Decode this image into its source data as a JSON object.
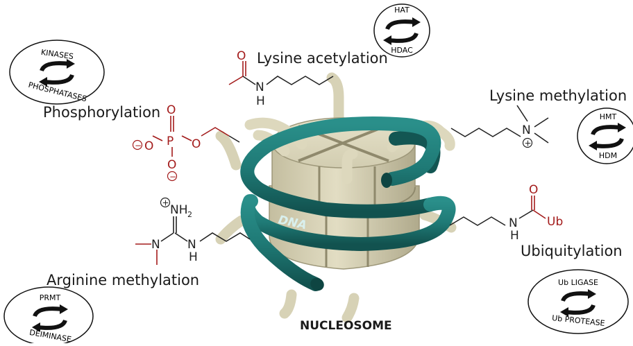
{
  "diagram": {
    "title": "NUCLEOSOME",
    "dna_label": "DNA",
    "modifications": {
      "acetylation": "Lysine acetylation",
      "lys_methylation": "Lysine methylation",
      "phosphorylation": "Phosphorylation",
      "arg_methylation": "Arginine methylation",
      "ubiquitylation": "Ubiquitylation"
    },
    "enzymes": {
      "acetylation": {
        "top": "HAT",
        "bottom": "HDAC"
      },
      "phosphorylation": {
        "top": "KINASES",
        "bottom": "PHOSPHATASES"
      },
      "lys_methylation": {
        "top": "HMT",
        "bottom": "HDM"
      },
      "arg_methylation": {
        "top": "PRMT",
        "bottom": "DEIMINASE"
      },
      "ubiquitylation": {
        "top": "Ub LIGASE",
        "bottom": "Ub PROTEASE"
      }
    },
    "atoms": {
      "O": "O",
      "N": "N",
      "H": "H",
      "P": "P",
      "Ub": "Ub",
      "NH2": "NH",
      "sub2": "2",
      "plus": "+",
      "minus": "−"
    },
    "colors": {
      "histone": "#d9d4b8",
      "histone_dark": "#b8b296",
      "histone_shadow": "#9d9779",
      "dna": "#1f7a76",
      "dna_dark": "#135653",
      "chem_red": "#a31b1b",
      "bond": "#222222"
    }
  }
}
